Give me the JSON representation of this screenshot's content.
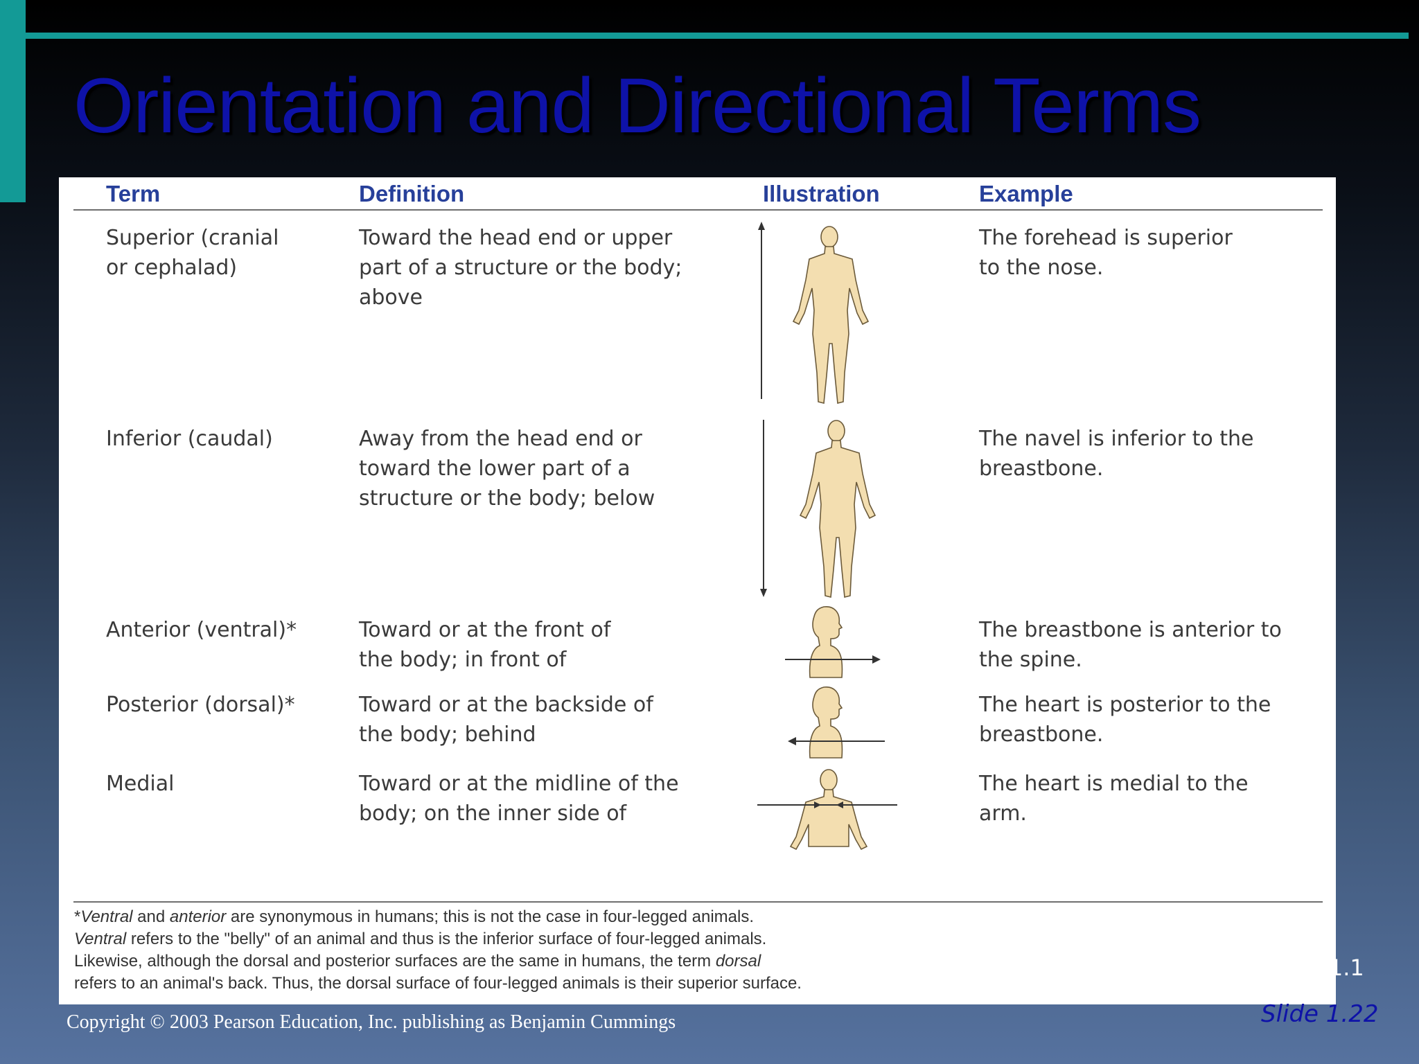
{
  "slide": {
    "title": "Orientation and Directional Terms",
    "copyright": "Copyright © 2003 Pearson Education, Inc. publishing as Benjamin Cummings",
    "slide_number": "Slide 1.22",
    "figure_label_partial": "e 1.1"
  },
  "colors": {
    "accent_teal": "#139a96",
    "title_blue": "#0e12a8",
    "header_blue": "#27409a",
    "figure_skin": "#f3deb0"
  },
  "table": {
    "headers": {
      "term": "Term",
      "definition": "Definition",
      "illustration": "Illustration",
      "example": "Example"
    },
    "rows": [
      {
        "term": [
          "Superior (cranial",
          "or cephalad)"
        ],
        "definition": [
          "Toward the head end or upper",
          "part of a structure or the body;",
          "above"
        ],
        "example": [
          "The forehead is superior",
          "to the nose."
        ],
        "illustration_icon": "full-body-up-arrow-icon"
      },
      {
        "term": [
          "Inferior (caudal)"
        ],
        "definition": [
          "Away from the head end or",
          "toward the lower part of a",
          "structure or the body; below"
        ],
        "example": [
          "The navel is inferior to the",
          "breastbone."
        ],
        "illustration_icon": "full-body-down-arrow-icon"
      },
      {
        "term": [
          "Anterior (ventral)*"
        ],
        "definition": [
          "Toward or at the front of",
          "the body; in front of"
        ],
        "example": [
          "The breastbone is anterior to",
          "the spine."
        ],
        "illustration_icon": "side-bust-forward-arrow-icon"
      },
      {
        "term": [
          "Posterior (dorsal)*"
        ],
        "definition": [
          "Toward or at the backside of",
          "the body; behind"
        ],
        "example": [
          "The heart is posterior to the",
          "breastbone."
        ],
        "illustration_icon": "side-bust-backward-arrow-icon"
      },
      {
        "term": [
          "Medial"
        ],
        "definition": [
          "Toward or at the midline of the",
          "body; on the inner side of"
        ],
        "example": [
          "The heart is medial to the",
          "arm."
        ],
        "illustration_icon": "torso-medial-arrows-icon"
      }
    ],
    "footnote": {
      "line1": {
        "a": "*",
        "b": "Ventral",
        "c": " and ",
        "d": "anterior",
        "e": " are synonymous in humans; this is not the case in four-legged animals."
      },
      "line2": {
        "a": "Ventral",
        "b": " refers to the \"belly\" of an animal and thus is the inferior surface of four-legged animals."
      },
      "line3": {
        "a": "Likewise, although the dorsal and posterior surfaces are the same in humans, the term ",
        "b": "dorsal"
      },
      "line4": "refers to an animal's back. Thus, the dorsal surface of four-legged animals is their superior surface."
    }
  }
}
